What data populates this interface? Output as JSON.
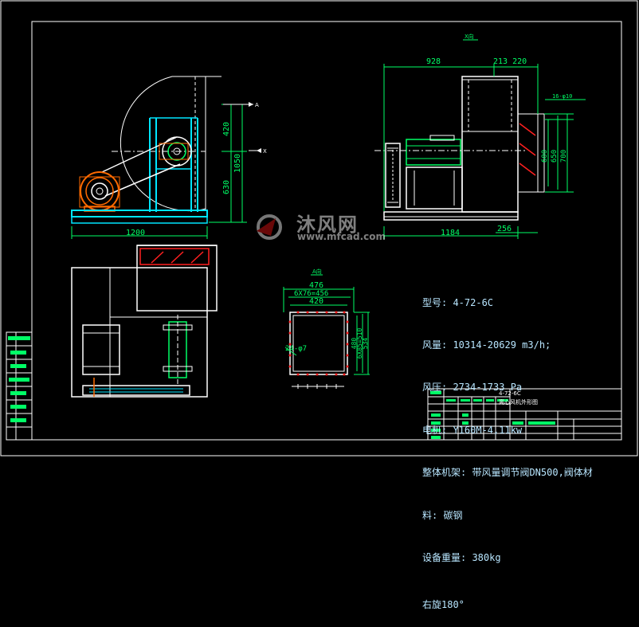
{
  "drawing": {
    "view_label_top": "X向",
    "view_label_a": "A向",
    "arrow_a": "A",
    "arrow_x": "X"
  },
  "dims": {
    "front_width": "1200",
    "front_h_420": "420",
    "front_h_1050": "1050",
    "front_h_630": "630",
    "side_928": "928",
    "side_213_220": "213  220",
    "side_1184": "1184",
    "side_256": "256",
    "side_600": "600",
    "side_650": "650",
    "side_700": "700",
    "side_holes": "16-φ10",
    "a_476": "476",
    "a_6x76": "6X76=456",
    "a_420": "420",
    "a_holes": "24-φ7",
    "a_v1": "480",
    "a_v2": "6X85=510",
    "a_v3": "534"
  },
  "specs": {
    "line1": "型号: 4-72-6C",
    "line2": "风量: 10314-20629 m3/h;",
    "line3": "风压: 2734-1733 Pa",
    "line4": "电机: Y160M-4,11kw",
    "line5": "整体机架: 带风量调节阀DN500,阀体材",
    "line6": "料: 碳钢",
    "line7": "设备重量: 380kg",
    "line8": "右旋180°"
  },
  "titleblock": {
    "model": "4-72-6C",
    "name": "离心风机外形图"
  },
  "watermark": {
    "brand": "沐风网",
    "url": "www.mfcad.com"
  },
  "colors": {
    "frame": "#ffffff",
    "structure": "#ffffff",
    "dimension": "#00ff66",
    "section": "#ff2020",
    "base": "#00e5ff",
    "motor": "#ff6a00",
    "yellow": "#ffff00"
  }
}
